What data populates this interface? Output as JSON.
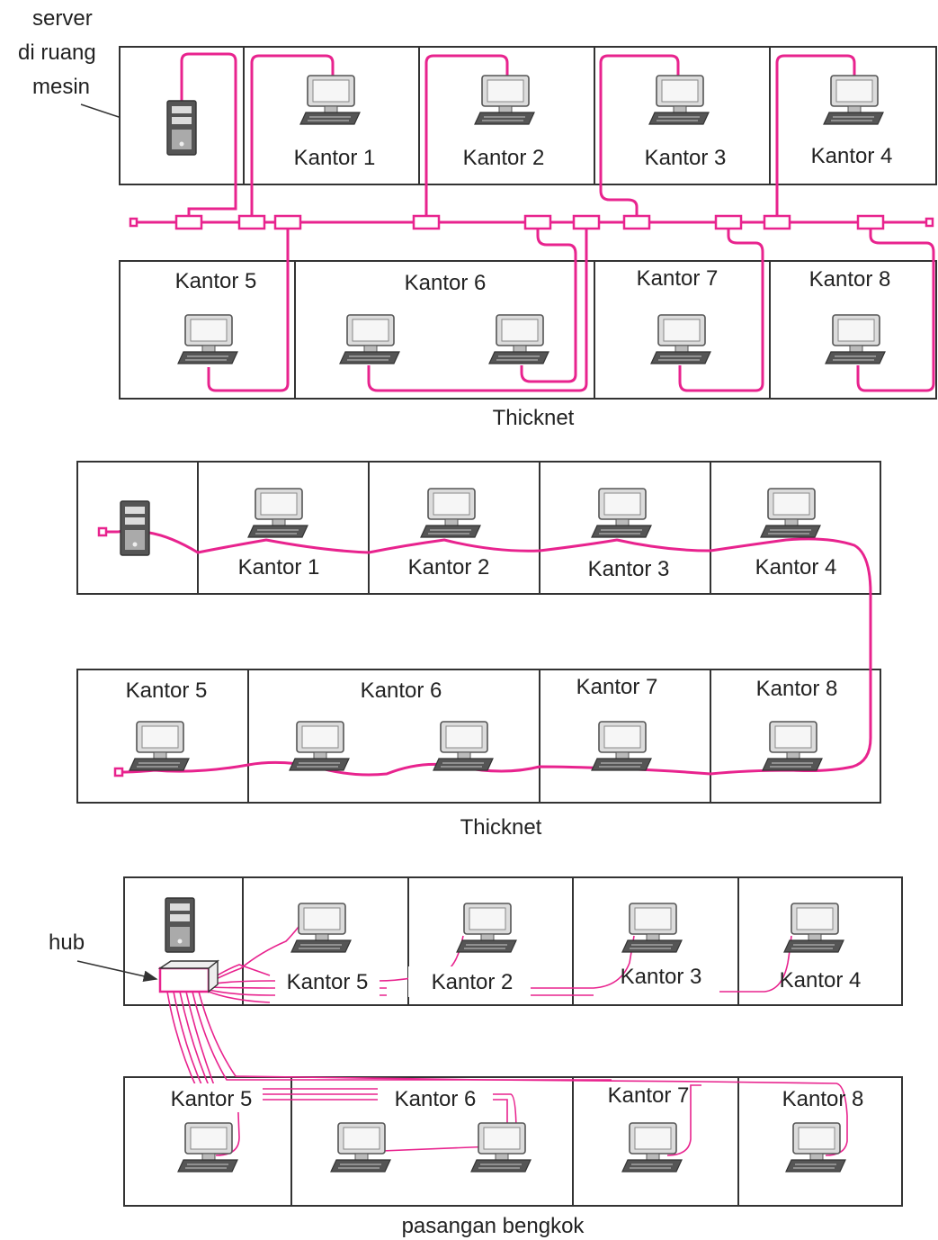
{
  "colors": {
    "cable": "#e8238e",
    "outline": "#333333",
    "device_dark": "#555555",
    "device_light": "#dcdcdc"
  },
  "icons": [
    "server-icon",
    "monitor-icon",
    "keyboard-icon",
    "hub-icon"
  ],
  "diagram1": {
    "server_label": [
      "server",
      "di ruang",
      "mesin"
    ],
    "offices_top": [
      "Kantor 1",
      "Kantor 2",
      "Kantor 3",
      "Kantor 4"
    ],
    "offices_bottom": [
      "Kantor 5",
      "Kantor 6",
      "Kantor 7",
      "Kantor 8"
    ],
    "caption": "Thicknet"
  },
  "diagram2": {
    "offices_top": [
      "Kantor 1",
      "Kantor 2",
      "Kantor 3",
      "Kantor 4"
    ],
    "offices_bottom": [
      "Kantor 5",
      "Kantor 6",
      "Kantor 7",
      "Kantor 8"
    ],
    "caption": "Thicknet"
  },
  "diagram3": {
    "hub_label": "hub",
    "offices_top": [
      "Kantor 5",
      "Kantor 2",
      "Kantor 3",
      "Kantor 4"
    ],
    "offices_bottom": [
      "Kantor 5",
      "Kantor 6",
      "Kantor 7",
      "Kantor 8"
    ],
    "caption": "pasangan bengkok"
  }
}
